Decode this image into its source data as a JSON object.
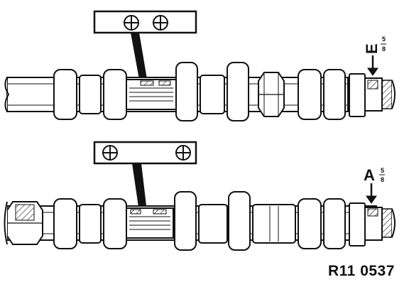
{
  "figure": {
    "reference_code": "R11 0537",
    "cams": [
      {
        "id": "upper",
        "mark_letter": "E",
        "mark_fraction_top": "5",
        "mark_fraction_bottom": "8"
      },
      {
        "id": "lower",
        "mark_letter": "A",
        "mark_fraction_top": "5",
        "mark_fraction_bottom": "8"
      }
    ]
  }
}
